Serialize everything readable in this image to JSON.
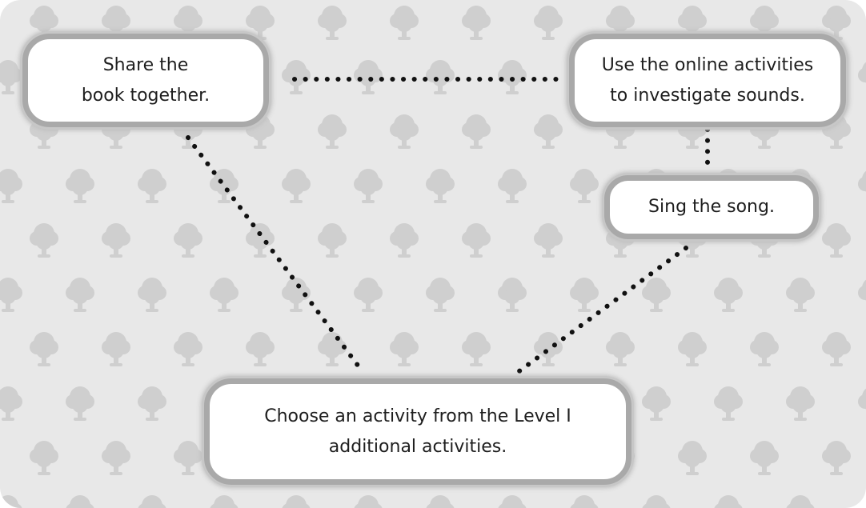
{
  "diagram": {
    "nodes": [
      {
        "id": "share",
        "label": "Share the\nbook together."
      },
      {
        "id": "online",
        "label": "Use the online activities\nto investigate sounds."
      },
      {
        "id": "sing",
        "label": "Sing the song."
      },
      {
        "id": "choose",
        "label": "Choose an activity from the Level I\nadditional activities."
      }
    ],
    "edges": [
      {
        "from": "share",
        "to": "online",
        "style": "dotted"
      },
      {
        "from": "online",
        "to": "sing",
        "style": "dotted"
      },
      {
        "from": "sing",
        "to": "choose",
        "style": "dotted"
      },
      {
        "from": "share",
        "to": "choose",
        "style": "dotted"
      }
    ],
    "colors": {
      "background": "#e8e8e8",
      "pattern": "#cfcfcf",
      "node_fill": "#ffffff",
      "node_border": "#a9a9a9",
      "connector": "#111111",
      "text": "#1e1e1e"
    },
    "background_icon": "tree-icon"
  }
}
